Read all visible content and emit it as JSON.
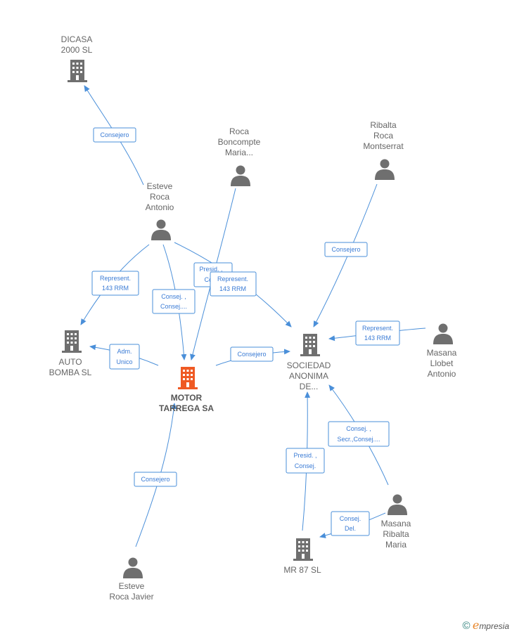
{
  "colors": {
    "edge": "#4a8fd9",
    "node_gray": "#6f6f6f",
    "node_main": "#ef5a24",
    "label": "#666666"
  },
  "nodes": {
    "dicasa": {
      "lines": [
        "DICASA",
        "2000 SL"
      ],
      "type": "company"
    },
    "roca_boncompte": {
      "lines": [
        "Roca",
        "Boncompte",
        "Maria..."
      ],
      "type": "person"
    },
    "ribalta": {
      "lines": [
        "Ribalta",
        "Roca",
        "Montserrat"
      ],
      "type": "person"
    },
    "esteve_antonio": {
      "lines": [
        "Esteve",
        "Roca",
        "Antonio"
      ],
      "type": "person"
    },
    "auto_bomba": {
      "lines": [
        "AUTO",
        "BOMBA  SL"
      ],
      "type": "company"
    },
    "motor": {
      "lines": [
        "MOTOR",
        "TARREGA SA"
      ],
      "type": "company-main"
    },
    "sociedad": {
      "lines": [
        "SOCIEDAD",
        "ANONIMA",
        "DE..."
      ],
      "type": "company"
    },
    "masana_llobet": {
      "lines": [
        "Masana",
        "Llobet",
        "Antonio"
      ],
      "type": "person"
    },
    "masana_ribalta": {
      "lines": [
        "Masana",
        "Ribalta",
        "Maria"
      ],
      "type": "person"
    },
    "mr87": {
      "lines": [
        "MR 87 SL"
      ],
      "type": "company"
    },
    "esteve_javier": {
      "lines": [
        "Esteve",
        "Roca Javier"
      ],
      "type": "person"
    }
  },
  "relations": {
    "consejero_dicasa": [
      "Consejero"
    ],
    "represent_auto": [
      "Represent.",
      "143 RRM"
    ],
    "consej_motor": [
      "Consej. ,",
      "Consej...."
    ],
    "presid_hidden": [
      "Presid. ,",
      "Co..."
    ],
    "represent_soc_left": [
      "Represent.",
      "143 RRM"
    ],
    "consejero_ribalta": [
      "Consejero"
    ],
    "represent_soc_right": [
      "Represent.",
      "143 RRM"
    ],
    "adm_unico": [
      "Adm.",
      "Unico"
    ],
    "consejero_motor_soc": [
      "Consejero"
    ],
    "consej_secr": [
      "Consej. ,",
      "Secr.,Consej...."
    ],
    "presid_consej": [
      "Presid. ,",
      "Consej."
    ],
    "consej_del": [
      "Consej.",
      "Del."
    ],
    "consejero_javier": [
      "Consejero"
    ]
  },
  "brand": {
    "copyright": "©",
    "name_first": "e",
    "name_rest": "mpresia"
  }
}
